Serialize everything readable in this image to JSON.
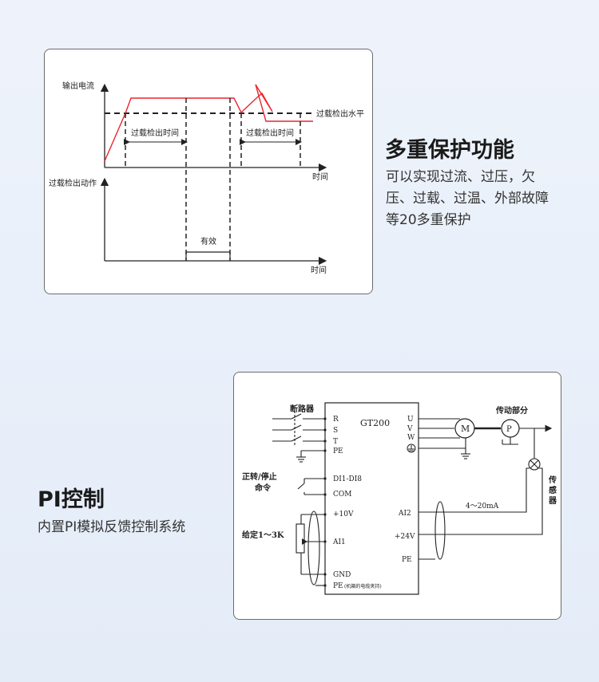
{
  "section1": {
    "title": "多重保护功能",
    "desc_lines": [
      "可以实现过流、过压，欠",
      "压、过载、过温、外部故障",
      "等20多重保护"
    ]
  },
  "section2": {
    "title": "PI控制",
    "desc": "内置PI模拟反馈控制系统"
  },
  "diagram1": {
    "y_label_top": "输出电流",
    "y_label_bottom": "过载检出动作",
    "threshold_label": "过载检出水平",
    "span_label_1": "过载检出时间",
    "span_label_2": "过载检出时间",
    "x_label_top": "时间",
    "x_label_bottom": "时间",
    "effective_label": "有效",
    "curve_color": "#e8262f"
  },
  "diagram2": {
    "breaker_label": "断路器",
    "drive_label": "GT200",
    "input_terminals": [
      "R",
      "S",
      "T",
      "PE"
    ],
    "output_terminals": [
      "U",
      "V",
      "W"
    ],
    "run_stop_label_1": "正转/停止",
    "run_stop_label_2": "命令",
    "di_label": "DI1-DI8",
    "com_label": "COM",
    "plus10_label": "+10V",
    "ai1_label": "AI1",
    "gnd_label": "GND",
    "pe_label": "PE",
    "pe_note": "(机箱的电缆夹持)",
    "pot_label": "给定1～3K",
    "ai2_label": "AI2",
    "plus24_label": "+24V",
    "pe_right_label": "PE",
    "current_label": "4～20mA",
    "motor_label": "M",
    "pump_label": "P",
    "transmission_label": "传动部分",
    "sensor_label": [
      "传",
      "感",
      "器"
    ]
  }
}
